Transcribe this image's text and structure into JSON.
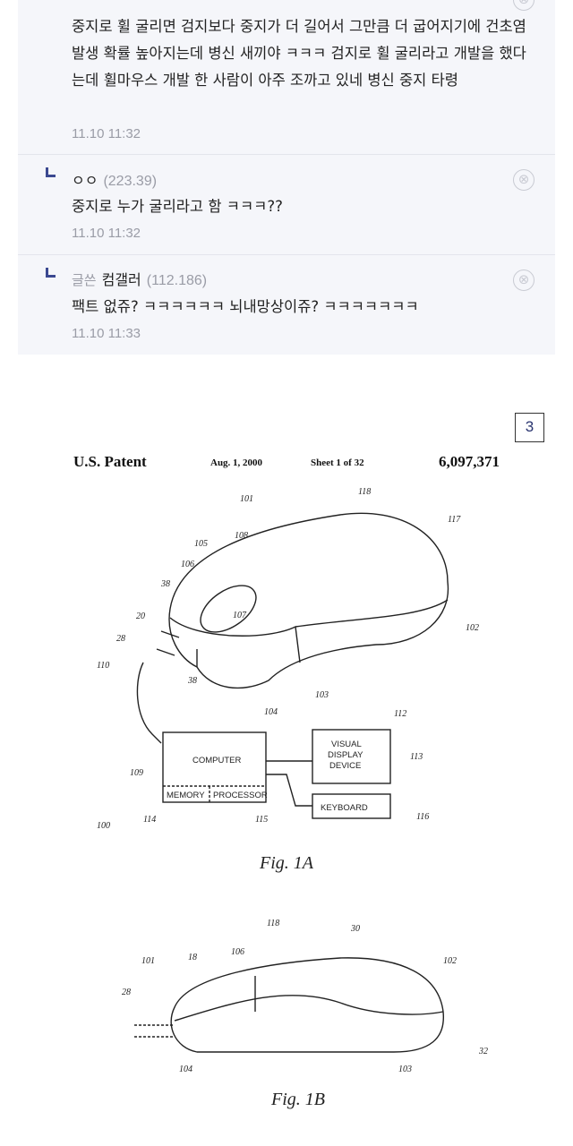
{
  "comments": [
    {
      "text": "중지로 휠 굴리면 검지보다 중지가 더 길어서 그만큼 더 굽어지기에 건초염 발생 확률 높아지는데 병신 새끼야 ㅋㅋㅋ 검지로 휠 굴리라고 개발을 했다는데 휠마우스 개발 한 사람이 아주 조까고 있네 병신 중지 타령",
      "time": "11.10 11:32"
    },
    {
      "nick": "ㅇㅇ",
      "ip": "(223.39)",
      "text": "중지로 누가 굴리라고 함 ㅋㅋㅋ??",
      "time": "11.10 11:32"
    },
    {
      "tag": "글쓴",
      "nick": "컴갤러",
      "ip": "(112.186)",
      "text": "팩트 없쥬? ㅋㅋㅋㅋㅋㅋ 뇌내망상이쥬? ㅋㅋㅋㅋㅋㅋㅋ",
      "time": "11.10 11:33"
    }
  ],
  "delete_icon": "⊗",
  "image_badge": "3",
  "patent": {
    "title": "U.S. Patent",
    "date": "Aug. 1, 2000",
    "sheet": "Sheet 1 of 32",
    "number": "6,097,371",
    "fig1a": "Fig.  1A",
    "fig1b": "Fig.  1B",
    "boxes": {
      "computer": "COMPUTER",
      "memory": "MEMORY",
      "processor": "PROCESSOR",
      "display1": "VISUAL",
      "display2": "DISPLAY",
      "display3": "DEVICE",
      "keyboard": "KEYBOARD"
    },
    "labels_1a": [
      "101",
      "118",
      "117",
      "105",
      "108",
      "106",
      "38",
      "20",
      "28",
      "107",
      "102",
      "110",
      "38",
      "104",
      "103",
      "112",
      "113",
      "109",
      "100",
      "114",
      "115",
      "116"
    ],
    "labels_1b": [
      "118",
      "30",
      "101",
      "18",
      "106",
      "102",
      "28",
      "104",
      "103",
      "32"
    ]
  }
}
